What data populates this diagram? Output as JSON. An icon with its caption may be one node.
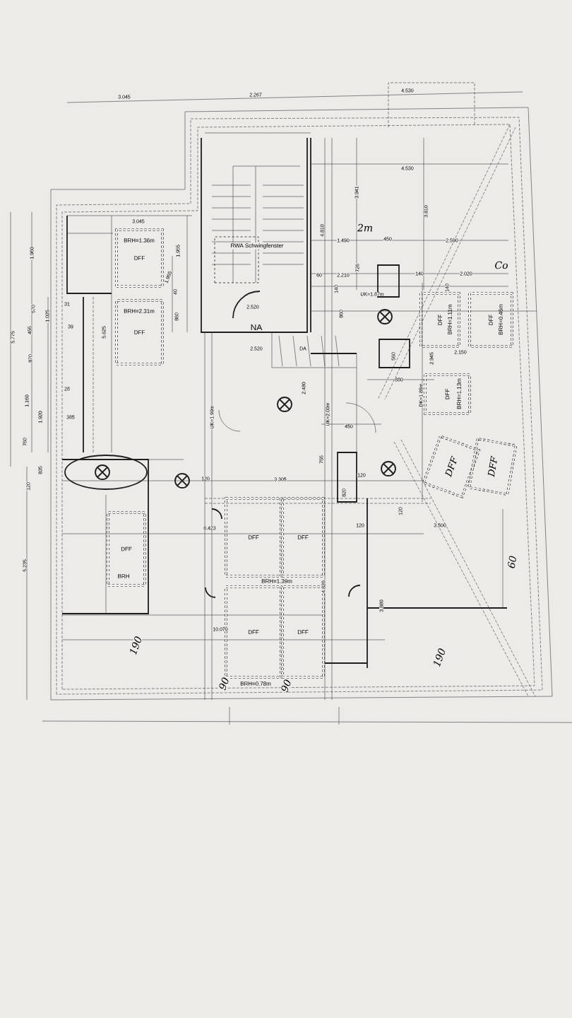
{
  "diagram": {
    "nodes": [
      {
        "text": [
          "BRH=1.36m",
          "DFF"
        ]
      },
      {
        "text": [
          "RWA Schwingfenster"
        ]
      },
      {
        "text": [
          "BRH=2.31m",
          "DFF"
        ]
      },
      {
        "text": [
          "DFF",
          "BRH=1.11m"
        ]
      },
      {
        "text": [
          "DFF",
          "BRH=0.46m"
        ]
      },
      {
        "text": [
          "DFF",
          "BRH=1.13m"
        ]
      },
      {
        "text": [
          "DFF"
        ]
      },
      {
        "text": [
          "DFF"
        ]
      },
      {
        "text": [
          "DFF",
          "BRH"
        ]
      },
      {
        "text": [
          "DFF"
        ],
        "beside": [
          "BRH=1.39m"
        ]
      },
      {
        "text": [
          "DFF"
        ]
      },
      {
        "text": [
          "DFF"
        ],
        "beside": [
          "BRH=0.78m"
        ]
      },
      {
        "text": [
          "DFF"
        ]
      }
    ],
    "labels": [
      "3.045",
      "2.267",
      "4.530",
      "4.530",
      "3.941",
      "3.045",
      "2m",
      "4.810",
      "1.490",
      "450",
      "3.810",
      "2.590",
      "1.960",
      "1.955",
      "1.955",
      "Co",
      "60",
      "2.210",
      "726",
      "140",
      "2.020",
      "140",
      "UK=1.87m",
      "140",
      "40",
      "31",
      "570",
      "1.025",
      "2.520",
      "860",
      "860",
      "39",
      "NA",
      "455",
      "5.625",
      "5.775",
      "2.520",
      "DA",
      "2.150",
      "560",
      "2.945",
      "870",
      "880",
      "2.480",
      "28",
      "DK=1.88m",
      "1.160",
      "UK=2.00m",
      "UK=1.99m",
      "385",
      "1.920",
      "450",
      "760",
      "755",
      "835",
      "120",
      "3.305",
      "120",
      "120",
      "820",
      "120",
      "120",
      "3.500",
      "6.423",
      "60",
      "5.235",
      "4.820",
      "3.880",
      "10.070",
      "190",
      "190",
      "90",
      "90"
    ]
  }
}
